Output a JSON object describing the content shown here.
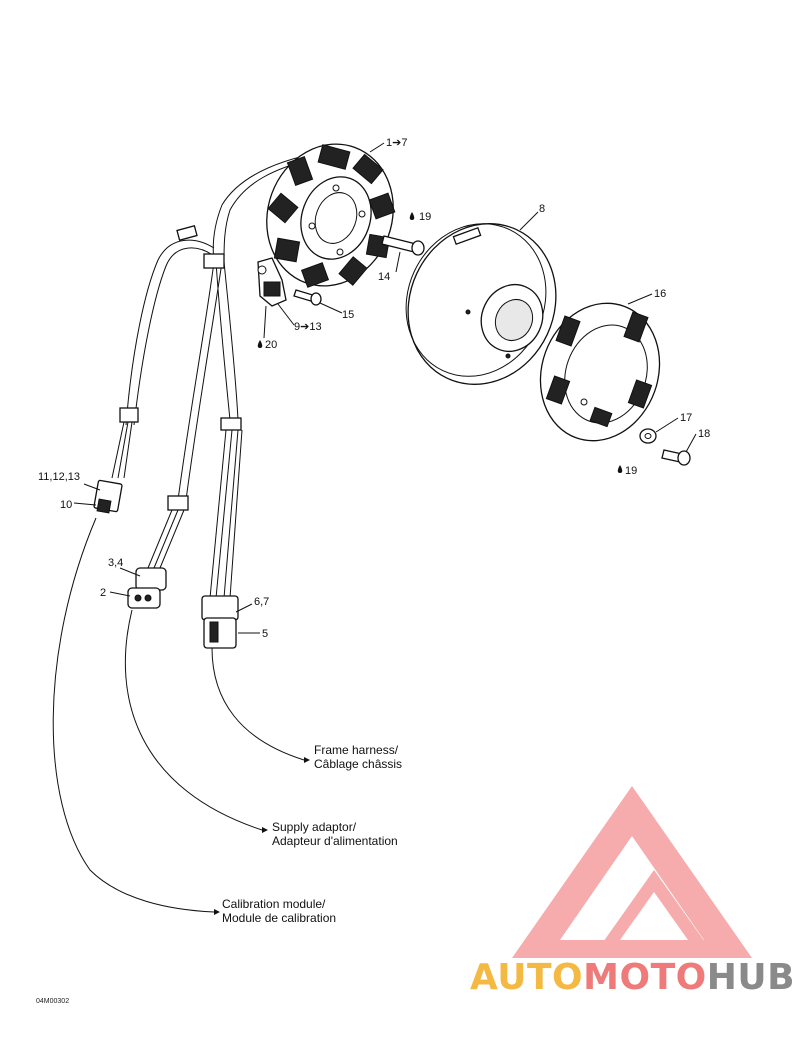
{
  "callouts": {
    "c1_7": "1➔7",
    "c8": "8",
    "c19a": "19",
    "c14": "14",
    "c15": "15",
    "c9_13": "9➔13",
    "c20": "20",
    "c16": "16",
    "c17": "17",
    "c18": "18",
    "c19b": "19",
    "c11_12_13": "11,12,13",
    "c10": "10",
    "c3_4": "3,4",
    "c2": "2",
    "c6_7": "6,7",
    "c5": "5"
  },
  "destinations": {
    "frame_en": "Frame harness/",
    "frame_fr": "Câblage châssis",
    "supply_en": "Supply adaptor/",
    "supply_fr": "Adapteur d'alimentation",
    "calib_en": "Calibration module/",
    "calib_fr": "Module de calibration"
  },
  "drawing_code": "04M00302",
  "watermark": {
    "part1": "AUTO",
    "part2": "MOTO",
    "part3": "HUB",
    "color_primary": "#f4b942",
    "color_secondary": "#e94b4b",
    "color_tertiary": "#6b6b6b"
  }
}
